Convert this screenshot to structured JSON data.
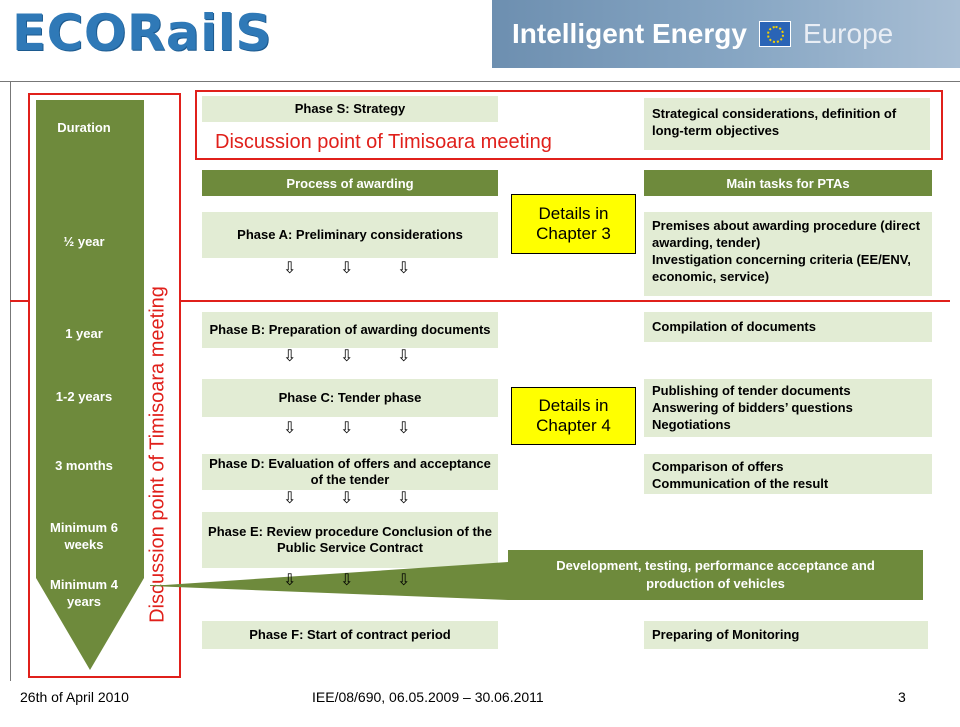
{
  "header": {
    "logo": "ECORailS",
    "program_title": "Intelligent Energy",
    "program_region": "Europe"
  },
  "phase_s": {
    "label": "Phase S: Strategy",
    "discussion_note": "Discussion point of Timisoara meeting",
    "task": "Strategical considerations, definition of long-term objectives"
  },
  "columns": {
    "process": "Process of awarding",
    "tasks": "Main tasks for PTAs"
  },
  "duration": {
    "title": "Duration",
    "items": [
      "½ year",
      "1 year",
      "1-2 years",
      "3 months",
      "Minimum 6 weeks",
      "Minimum 4 years"
    ]
  },
  "vertical_note": "Discussion point of Timisoara meeting",
  "phases": [
    {
      "label": "Phase A: Preliminary considerations"
    },
    {
      "label": "Phase B: Preparation of awarding documents"
    },
    {
      "label": "Phase C: Tender phase"
    },
    {
      "label": "Phase D: Evaluation of offers and acceptance of the tender"
    },
    {
      "label": "Phase E: Review procedure Conclusion of the Public Service Contract"
    },
    {
      "label": "Phase F: Start of contract period"
    }
  ],
  "tasks": {
    "a": [
      "Premises about awarding procedure (direct awarding, tender)",
      "Investigation concerning criteria (EE/ENV, economic, service)"
    ],
    "b": "Compilation of documents",
    "c": [
      "Publishing of tender documents",
      "Answering of bidders’ questions",
      "Negotiations"
    ],
    "d": [
      "Comparison of offers",
      "Communication of the result"
    ],
    "vehicles": "Development, testing, performance acceptance and production of vehicles",
    "f": "Preparing of Monitoring"
  },
  "details": {
    "chapter3": "Details in Chapter 3",
    "chapter4": "Details in Chapter 4"
  },
  "arrow_glyph": "⇩",
  "footer": {
    "date": "26th of April 2010",
    "project": "IEE/08/690, 06.05.2009 – 30.06.2011",
    "page": "3"
  },
  "colors": {
    "brand_blue": "#2f79b7",
    "highlight_red": "#e0201b",
    "dark_green": "#6e8a3c",
    "light_green": "#e2ecd4",
    "yellow": "#ffff00"
  }
}
